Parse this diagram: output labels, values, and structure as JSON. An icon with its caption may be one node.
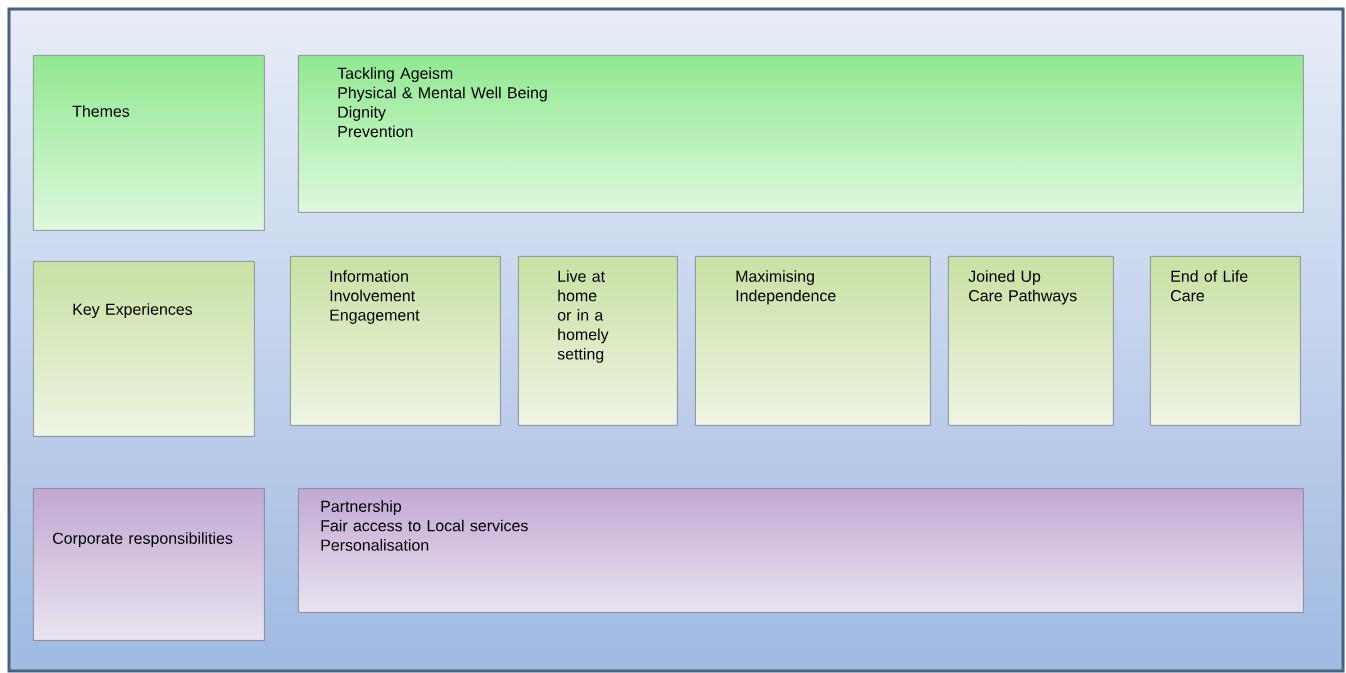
{
  "diagram": {
    "nodes": [
      {
        "text": [
          "Themes"
        ]
      },
      {
        "text": [
          "Tackling Ageism",
          "Physical & Mental Well Being",
          "Dignity",
          "Prevention"
        ]
      },
      {
        "text": [
          "Key Experiences"
        ]
      },
      {
        "text": [
          "Information",
          "Involvement",
          "Engagement"
        ]
      },
      {
        "text": [
          "Live at home or in a homely setting"
        ]
      },
      {
        "text": [
          "Maximising Independence"
        ]
      },
      {
        "text": [
          "Joined Up Care Pathways"
        ]
      },
      {
        "text": [
          "End of Life Care"
        ]
      },
      {
        "text": [
          "Corporate responsibilities"
        ]
      },
      {
        "text": [
          "Partnership",
          "Fair access to Local services",
          "Personalisation"
        ]
      }
    ]
  }
}
